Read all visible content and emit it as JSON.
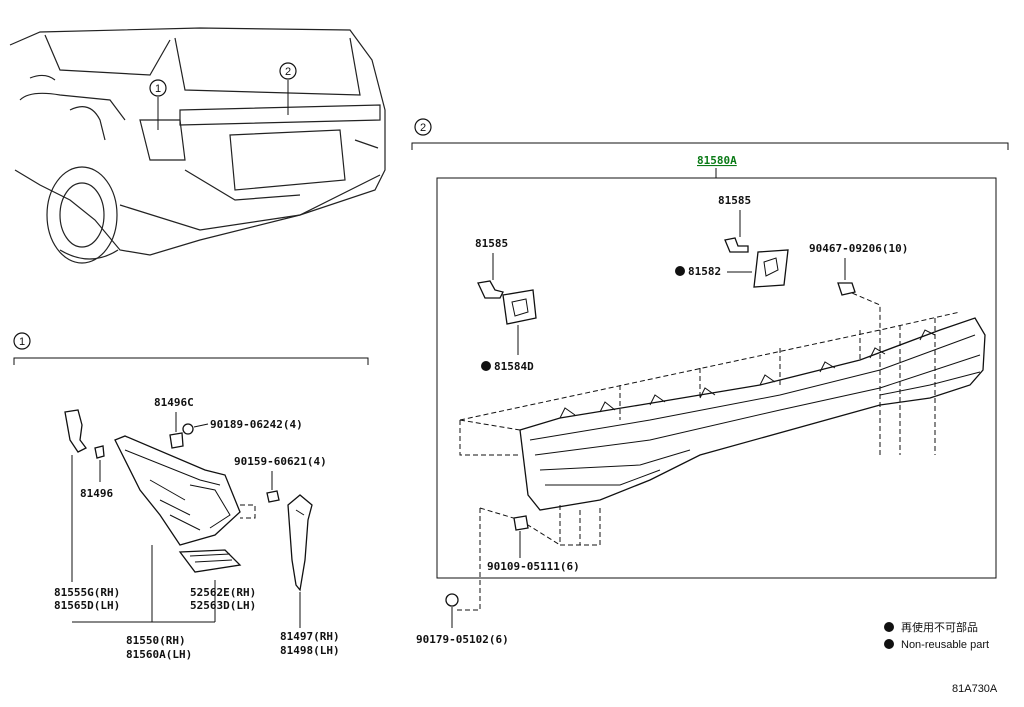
{
  "callouts": {
    "one": "1",
    "two": "2"
  },
  "assembly": {
    "main_part": "81580A"
  },
  "right_parts": {
    "bracket_upper": "81585",
    "bracket_left": "81585",
    "pad_upper": "81582",
    "pad_left": "81584D",
    "clip_top": "90467-09206(10)",
    "screw_lower": "90109-05111(6)",
    "screw_outside": "90179-05102(6)"
  },
  "left_parts": {
    "socket": "81496C",
    "screw_1": "90189-06242(4)",
    "screw_2": "90159-60621(4)",
    "bulb": "81496",
    "socket_rh": "81555G(RH)",
    "socket_lh": "81565D(LH)",
    "bracket_rh": "52562E(RH)",
    "bracket_lh": "52563D(LH)",
    "lamp_rh": "81550(RH)",
    "lamp_lh": "81560A(LH)",
    "seal_rh": "81497(RH)",
    "seal_lh": "81498(LH)"
  },
  "legend": {
    "jp": "再使用不可部品",
    "en": "Non-reusable part"
  },
  "figure_ref": "81A730A"
}
